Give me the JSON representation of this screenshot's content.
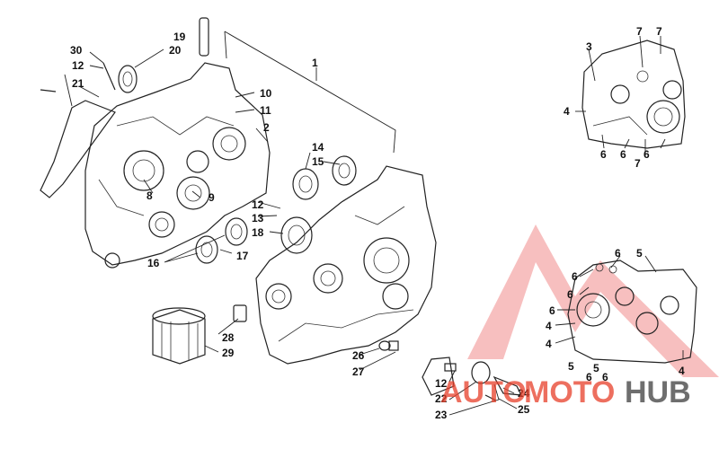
{
  "diagram": {
    "callouts": {
      "c1": "1",
      "c2": "2",
      "c3": "3",
      "c4": "4",
      "c5": "5",
      "c6": "6",
      "c7": "7",
      "c8": "8",
      "c9": "9",
      "c10": "10",
      "c11": "11",
      "c12": "12",
      "c13": "13",
      "c14": "14",
      "c15": "15",
      "c16": "16",
      "c17": "17",
      "c18": "18",
      "c19": "19",
      "c20": "20",
      "c21": "21",
      "c22": "22",
      "c23": "23",
      "c24": "24",
      "c25": "25",
      "c26": "26",
      "c27": "27",
      "c28": "28",
      "c29": "29",
      "c30": "30"
    }
  },
  "watermark": {
    "part1": "AUTO",
    "part2": "MOTO",
    "part3": "HUB",
    "colors": {
      "accent": "#e8402a",
      "dark": "#4a4a4a",
      "triangle": "#f08a8a"
    }
  }
}
